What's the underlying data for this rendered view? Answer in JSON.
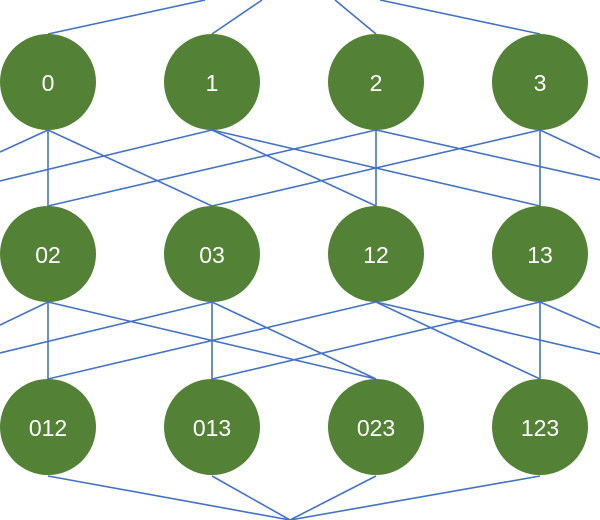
{
  "colors": {
    "node_fill": "#538135",
    "node_text": "#ffffff",
    "edge": "#4472c4",
    "background": "#ffffff"
  },
  "rows": [
    {
      "nodes": [
        "0",
        "1",
        "2",
        "3"
      ]
    },
    {
      "nodes": [
        "02",
        "03",
        "12",
        "13"
      ]
    },
    {
      "nodes": [
        "012",
        "013",
        "023",
        "123"
      ]
    }
  ],
  "edges": [
    [
      "0",
      "02"
    ],
    [
      "0",
      "03"
    ],
    [
      "1",
      "12"
    ],
    [
      "1",
      "13"
    ],
    [
      "2",
      "02"
    ],
    [
      "2",
      "12"
    ],
    [
      "3",
      "03"
    ],
    [
      "3",
      "13"
    ],
    [
      "02",
      "012"
    ],
    [
      "02",
      "023"
    ],
    [
      "03",
      "013"
    ],
    [
      "03",
      "023"
    ],
    [
      "12",
      "012"
    ],
    [
      "12",
      "123"
    ],
    [
      "13",
      "013"
    ],
    [
      "13",
      "123"
    ]
  ]
}
